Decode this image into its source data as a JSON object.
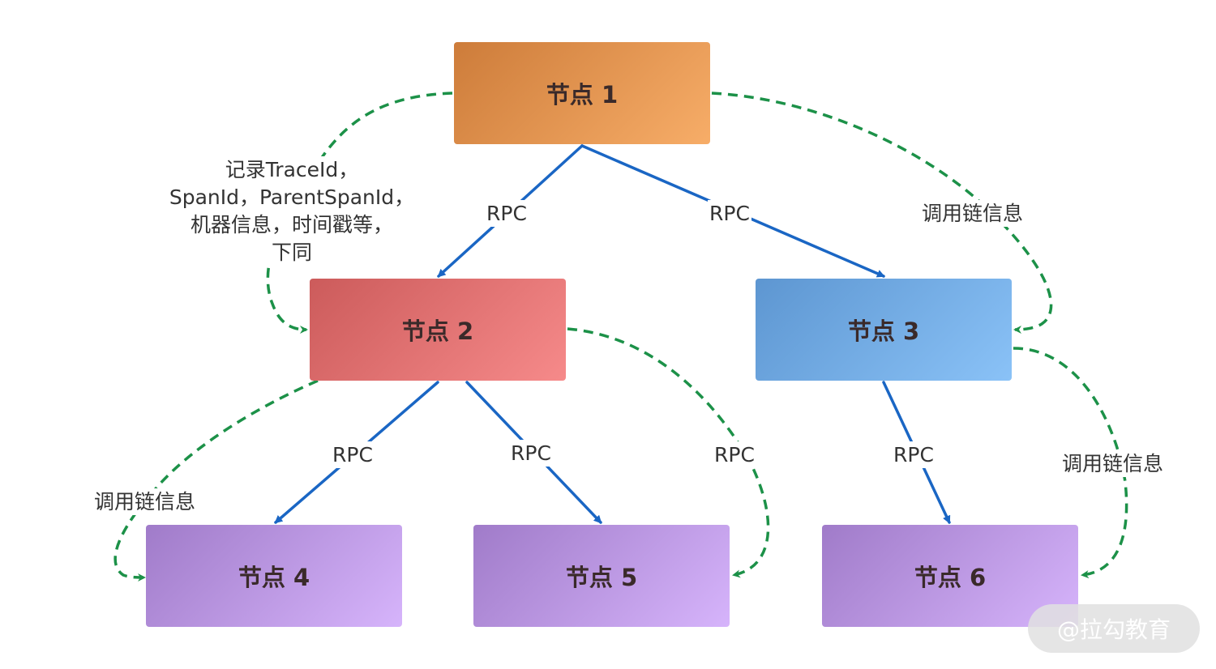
{
  "nodes": {
    "n1": "节点 1",
    "n2": "节点 2",
    "n3": "节点 3",
    "n4": "节点 4",
    "n5": "节点 5",
    "n6": "节点 6"
  },
  "edge_labels": {
    "rpc_1_2": "RPC",
    "rpc_1_3": "RPC",
    "rpc_2_4": "RPC",
    "rpc_2_5": "RPC",
    "rpc_3_6": "RPC",
    "rpc_loop_2_5": "RPC",
    "chain_1_3": "调用链信息",
    "chain_2_4": "调用链信息",
    "chain_3_6": "调用链信息"
  },
  "note": {
    "line1": "记录TraceId，",
    "line2": "SpanId，ParentSpanId，",
    "line3": "机器信息，时间戳等，",
    "line4": "下同"
  },
  "watermark": "@拉勾教育",
  "colors": {
    "rpc_arrow": "#1a66c4",
    "info_arrow": "#1c9148",
    "node1": "#e8914a",
    "node2": "#e06e6e",
    "node3": "#74aee6",
    "leaf": "#bb98e4"
  }
}
